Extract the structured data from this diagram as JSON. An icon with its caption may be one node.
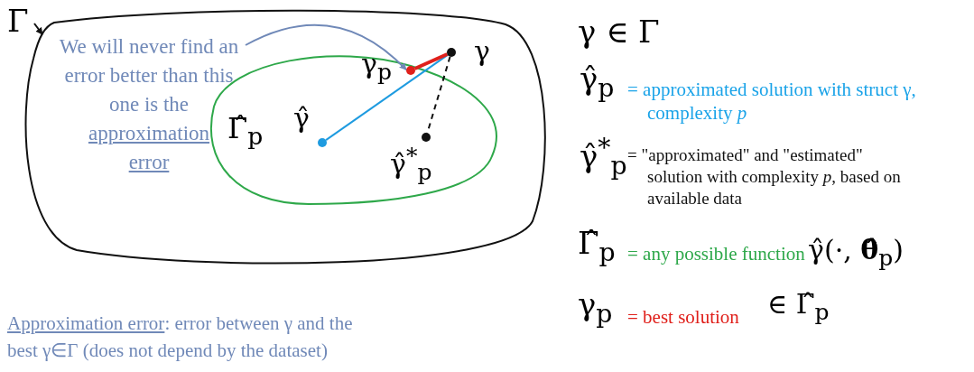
{
  "diagram": {
    "nodes": [
      {
        "text": [
          "Γ"
        ]
      },
      {
        "text": [],
        "shape": "blob"
      },
      {
        "text": [
          "We will never find an error better than this one is the",
          "approximation error"
        ],
        "in": 1
      },
      {
        "text": [
          "Γ̂$_{p}$"
        ],
        "in": 1
      },
      {
        "text": [],
        "shape": "circle",
        "beside": [
          "γ$_{p}$"
        ],
        "in": 3
      },
      {
        "text": [],
        "shape": "circle",
        "beside": [
          "γ"
        ],
        "in": 1
      },
      {
        "text": [],
        "shape": "circle",
        "beside": [
          "γ̂"
        ],
        "in": 3
      },
      {
        "text": [],
        "shape": "circle",
        "beside": [
          "γ̂$^{*}$$_{p}$"
        ],
        "in": 3
      }
    ],
    "edges": [
      {
        "from": 0,
        "to": 1,
        "arrow": "to"
      },
      {
        "from": 2,
        "to": 4,
        "arrow": "to",
        "color": "#7089b8"
      },
      {
        "from": 6,
        "to": 5,
        "arrow": "none",
        "color": "#1e9be0"
      },
      {
        "from": 4,
        "to": 5,
        "arrow": "none",
        "style": "thick",
        "color": "#e0201b"
      },
      {
        "from": 5,
        "to": 7,
        "arrow": "none",
        "style": "dashed"
      }
    ],
    "labels": [
      "γ ∈ Γ",
      "γ̂$_{p}$",
      "= approximated solution with struct γ, complexity *p*",
      "γ̂$^{*}$$_{p}$",
      "= \"approximated\" and \"estimated\" solution with complexity *p*, based on available data",
      "Γ̂$_{p}$",
      "= any possible function",
      "γ̂(·, **θ̂**$_{p}$)",
      "γ$_{p}$",
      "= best solution",
      "∈ Γ̂$_{p}$",
      "Approximation error",
      ": error between γ and the best γ∈Γ (does not depend by the dataset)"
    ]
  }
}
